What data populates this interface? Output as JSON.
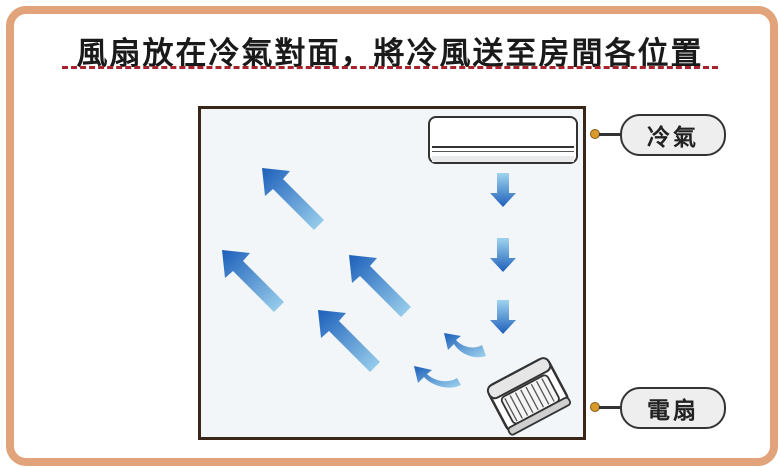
{
  "title": "風扇放在冷氣對面，將冷風送至房間各位置",
  "labels": {
    "ac": "冷氣",
    "fan": "電扇"
  },
  "colors": {
    "frame": "#e0a37a",
    "underline": "#a8232b",
    "arrow_light": "#9fd4ee",
    "arrow_dark": "#1d5fba",
    "connector_dot": "#d99a2c"
  },
  "icons": [
    "air-conditioner-icon",
    "electric-fan-icon",
    "airflow-arrow-icon"
  ]
}
